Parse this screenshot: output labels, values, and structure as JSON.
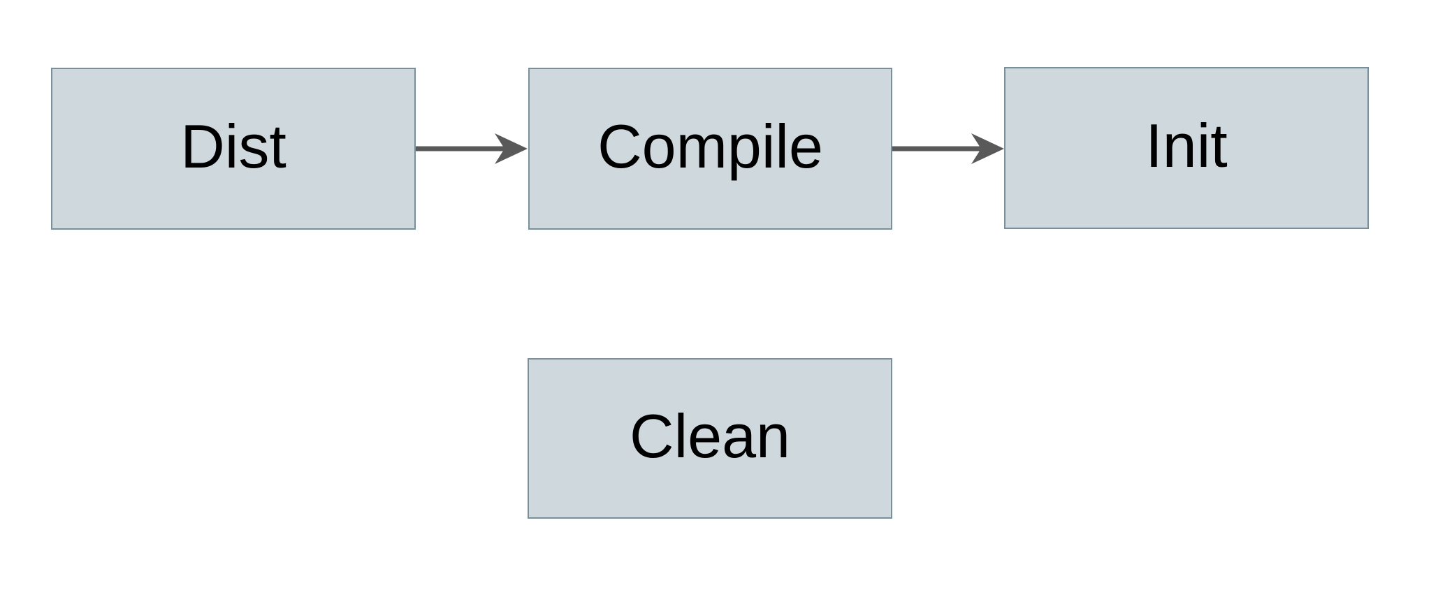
{
  "diagram": {
    "colors": {
      "background": "#ffffff",
      "node_fill": "#cfd8dc",
      "node_border": "#78909c",
      "arrow": "#595959",
      "text": "#000000"
    },
    "nodes": [
      {
        "id": "dist",
        "label": "Dist"
      },
      {
        "id": "compile",
        "label": "Compile"
      },
      {
        "id": "init",
        "label": "Init"
      },
      {
        "id": "clean",
        "label": "Clean"
      }
    ],
    "edges": [
      {
        "from": "dist",
        "to": "compile"
      },
      {
        "from": "compile",
        "to": "init"
      }
    ]
  }
}
